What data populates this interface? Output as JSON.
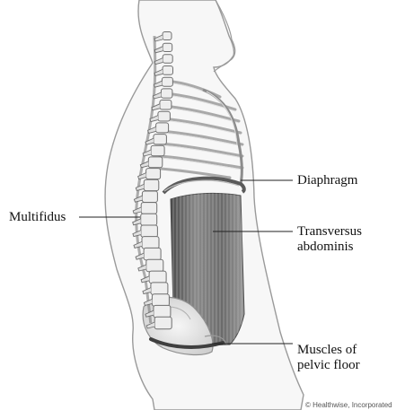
{
  "labels": {
    "multifidus": "Multifidus",
    "diaphragm": "Diaphragm",
    "transversus": [
      "Transversus",
      "abdominis"
    ],
    "pelvic_floor": [
      "Muscles of",
      "pelvic floor"
    ]
  },
  "credit": "© Healthwise, Incorporated",
  "colors": {
    "background": "#ffffff",
    "outline": "#9a9a9a",
    "muscle": "#6e6e6e",
    "bone": "#eeeeee",
    "leader_line": "#222222"
  }
}
